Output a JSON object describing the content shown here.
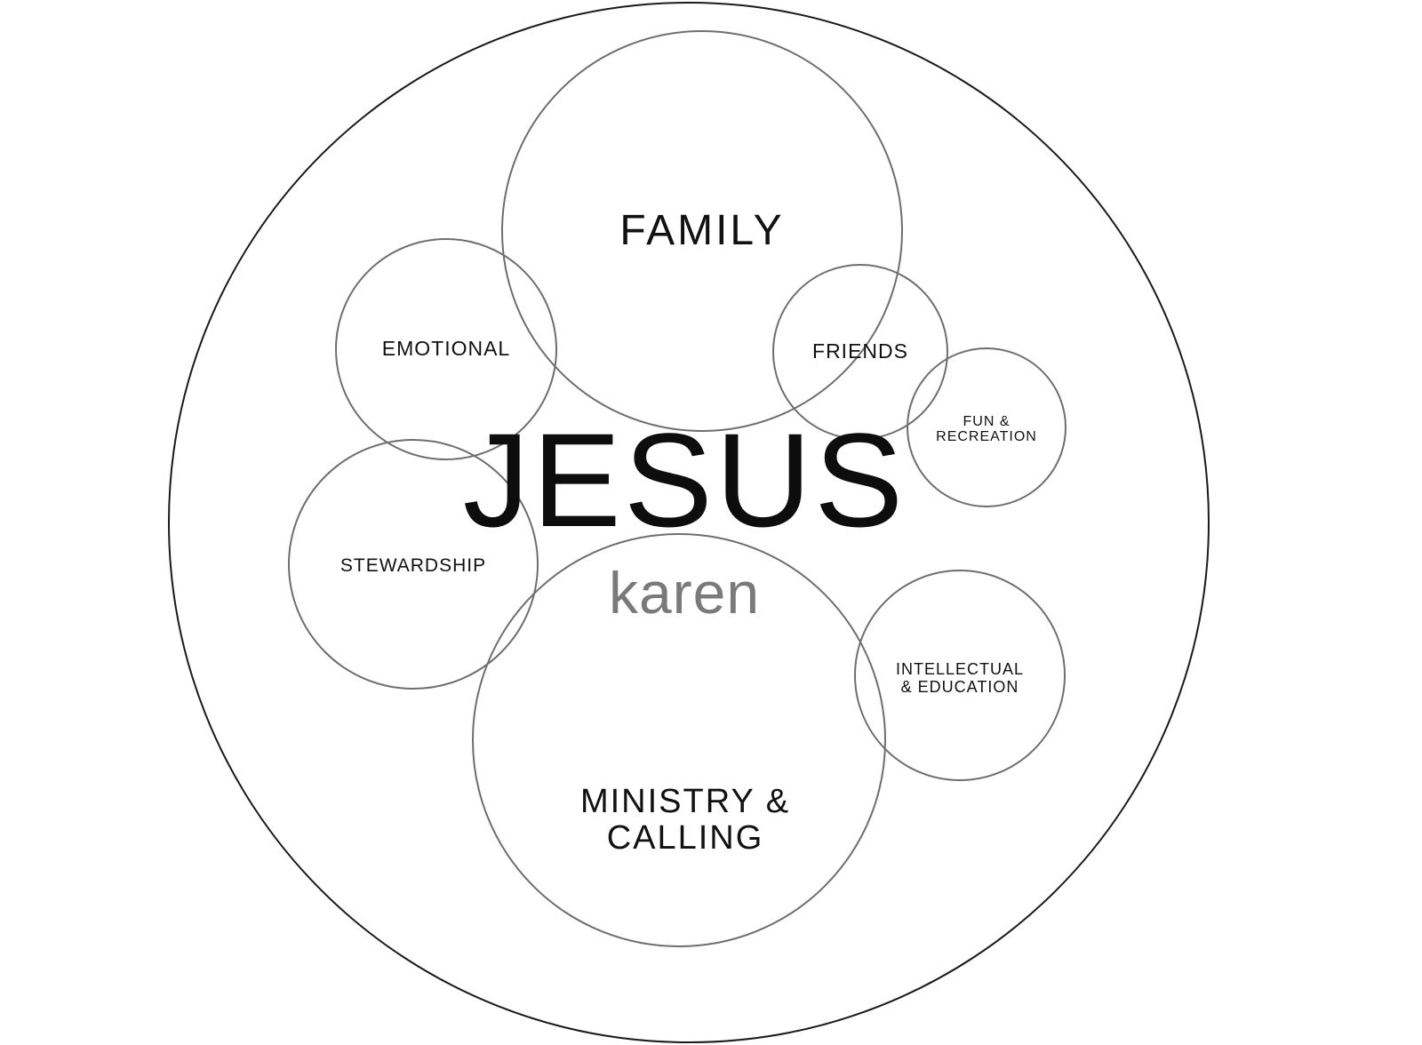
{
  "center": {
    "primary": "JESUS",
    "secondary": "karen"
  },
  "circles": {
    "family": {
      "lines": [
        "FAMILY"
      ]
    },
    "emotional": {
      "lines": [
        "EMOTIONAL"
      ]
    },
    "friends": {
      "lines": [
        "FRIENDS"
      ]
    },
    "fun_recreation": {
      "lines": [
        "FUN &",
        "RECREATION"
      ]
    },
    "stewardship": {
      "lines": [
        "STEWARDSHIP"
      ]
    },
    "ministry_calling": {
      "lines": [
        "MINISTRY &",
        "CALLING"
      ]
    },
    "intellectual_education": {
      "lines": [
        "INTELLECTUAL",
        "& EDUCATION"
      ]
    }
  },
  "colors": {
    "outer_stroke": "#1a1a1a",
    "circle_stroke": "#6e6e6e",
    "primary_text": "#0d0d0d",
    "secondary_text": "#7a7a7a"
  }
}
